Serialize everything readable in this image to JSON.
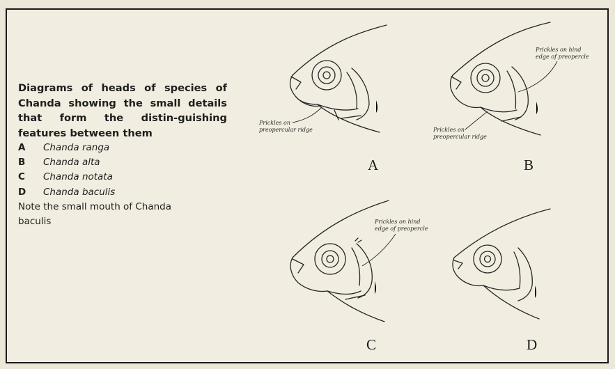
{
  "caption": {
    "title": "Diagrams of heads of species of Chanda showing the small details that form the distin-guishing features between them",
    "species": [
      {
        "code": "A",
        "name": "Chanda ranga"
      },
      {
        "code": "B",
        "name": "Chanda alta"
      },
      {
        "code": "C",
        "name": "Chanda notata"
      },
      {
        "code": "D",
        "name": "Chanda baculis"
      }
    ],
    "note": "Note the small mouth of Chanda baculis"
  },
  "figures": {
    "A": {
      "letter": "A",
      "callout_line1": "Prickles on",
      "callout_line2": "preopercular ridge"
    },
    "B": {
      "letter": "B",
      "callout_top_line1": "Prickles on hind",
      "callout_top_line2": "edge of preopercle",
      "callout_bottom_line1": "Prickles on",
      "callout_bottom_line2": "preopercular ridge"
    },
    "C": {
      "letter": "C",
      "callout_line1": "Prickles on hind",
      "callout_line2": "edge of preopercle"
    },
    "D": {
      "letter": "D"
    }
  }
}
